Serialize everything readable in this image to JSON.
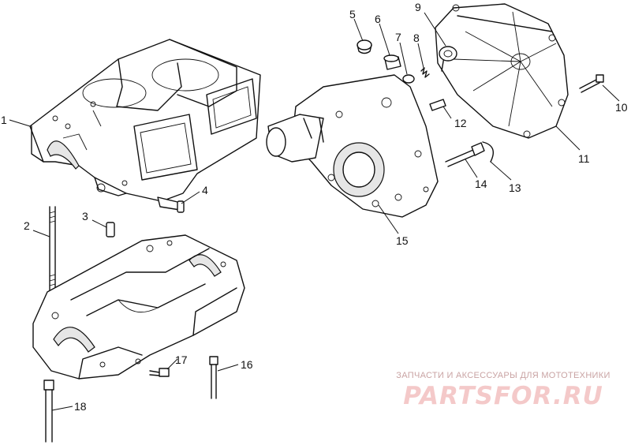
{
  "callouts": [
    "1",
    "2",
    "3",
    "4",
    "5",
    "6",
    "7",
    "8",
    "9",
    "10",
    "11",
    "12",
    "13",
    "14",
    "15",
    "16",
    "17",
    "18"
  ],
  "watermark": {
    "subtitle": "ЗАПЧАСТИ И АКСЕССУАРЫ ДЛЯ МОТОТЕХНИКИ",
    "logo": "PARTSFOR.RU"
  },
  "colors": {
    "line": "#111111",
    "watermark": "#f4c9c9"
  }
}
